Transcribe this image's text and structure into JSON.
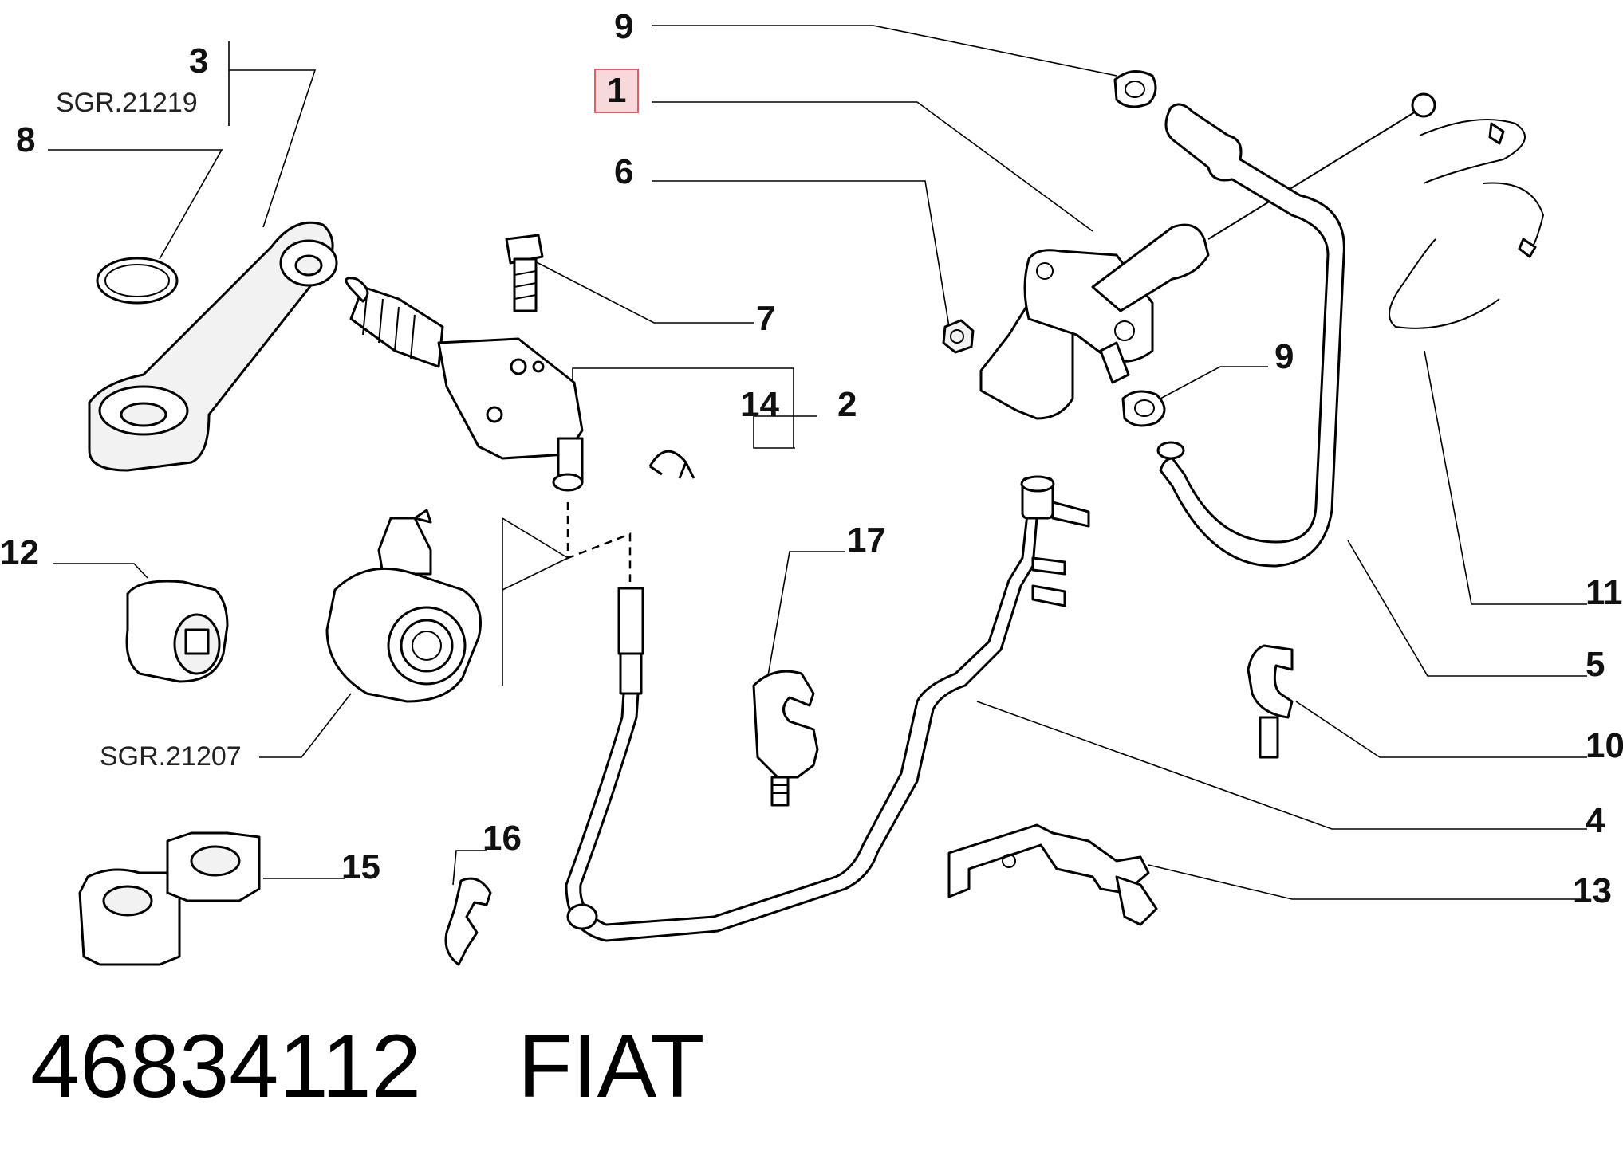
{
  "diagram": {
    "callouts": [
      {
        "id": "c9a",
        "text": "9"
      },
      {
        "id": "c1",
        "text": "1"
      },
      {
        "id": "c3",
        "text": "3"
      },
      {
        "id": "sgr21219",
        "text": "SGR.21219"
      },
      {
        "id": "c8",
        "text": "8"
      },
      {
        "id": "c6",
        "text": "6"
      },
      {
        "id": "c7",
        "text": "7"
      },
      {
        "id": "c9b",
        "text": "9"
      },
      {
        "id": "c14",
        "text": "14"
      },
      {
        "id": "c2",
        "text": "2"
      },
      {
        "id": "c12",
        "text": "12"
      },
      {
        "id": "c17",
        "text": "17"
      },
      {
        "id": "c11",
        "text": "11"
      },
      {
        "id": "c5",
        "text": "5"
      },
      {
        "id": "c10",
        "text": "10"
      },
      {
        "id": "sgr21207",
        "text": "SGR.21207"
      },
      {
        "id": "c4",
        "text": "4"
      },
      {
        "id": "c16",
        "text": "16"
      },
      {
        "id": "c15",
        "text": "15"
      },
      {
        "id": "c13",
        "text": "13"
      }
    ],
    "highlighted_callout": "1",
    "highlight_color": "#f7d9dc"
  },
  "footer": {
    "part_number": "46834112",
    "brand": "FIAT"
  }
}
